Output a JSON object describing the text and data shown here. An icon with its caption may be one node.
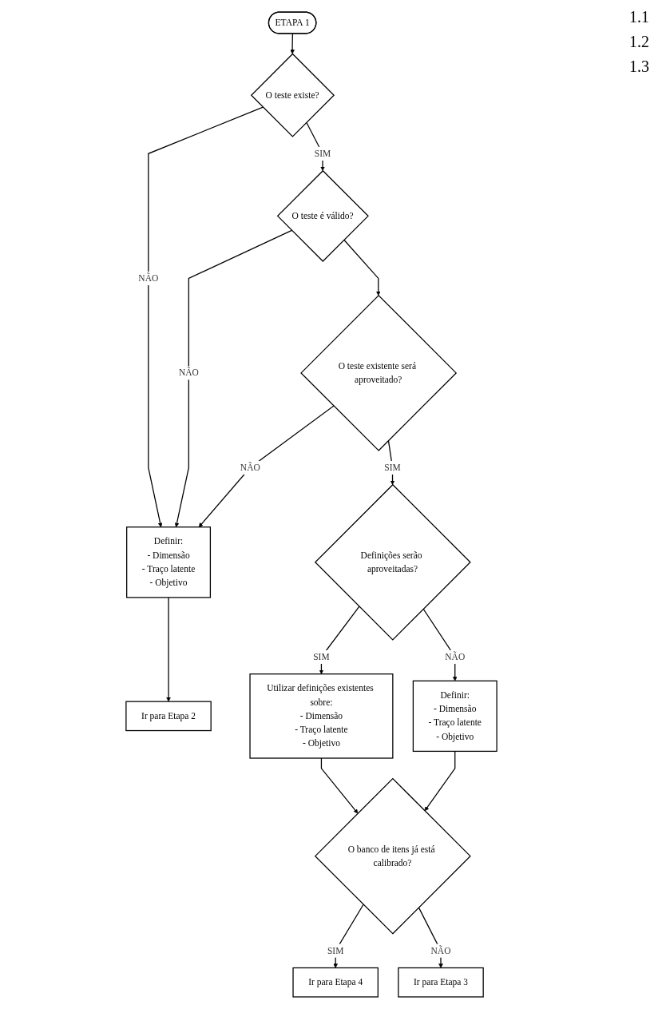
{
  "diagram": {
    "nodes": [
      {
        "text": [
          "ETAPA 1"
        ]
      },
      {
        "text": [
          "O teste existe?"
        ]
      },
      {
        "text": [
          "Definir:",
          "- Dimensão",
          "- Traço latente",
          "- Objetivo"
        ]
      },
      {
        "text": [
          "O teste é válido?"
        ]
      },
      {
        "text": [
          "O teste existente será aproveitado?"
        ]
      },
      {
        "text": [
          "Ir para Etapa 2"
        ]
      },
      {
        "text": [
          "Definições serão aproveitadas?"
        ]
      },
      {
        "text": [
          "Utilizar definições existentes sobre:",
          "- Dimensão",
          "- Traço latente",
          "- Objetivo"
        ]
      },
      {
        "text": [
          "Definir:",
          "- Dimensão",
          "- Traço latente",
          "- Objetivo"
        ]
      },
      {
        "text": [
          "O banco de itens já está calibrado?"
        ]
      },
      {
        "text": [
          "Ir para Etapa 4"
        ]
      },
      {
        "text": [
          "Ir para Etapa 3"
        ]
      }
    ],
    "edges": [
      {
        "from": 0,
        "to": 1,
        "arrow": "to"
      },
      {
        "from": 1,
        "to": 3,
        "label": "SIM",
        "arrow": "to"
      },
      {
        "from": 1,
        "to": 2,
        "label": "NÃO",
        "arrow": "to"
      },
      {
        "from": 3,
        "to": 2,
        "label": "NÃO",
        "arrow": "to"
      },
      {
        "from": 3,
        "to": 4,
        "arrow": "to"
      },
      {
        "from": 4,
        "to": 2,
        "label": "NÃO",
        "arrow": "to"
      },
      {
        "from": 2,
        "to": 5,
        "arrow": "to"
      },
      {
        "from": 4,
        "to": 6,
        "label": "SIM",
        "arrow": "to"
      },
      {
        "from": 6,
        "to": 7,
        "label": "SIM",
        "arrow": "to"
      },
      {
        "from": 6,
        "to": 8,
        "label": "NÃO",
        "arrow": "to"
      },
      {
        "from": 7,
        "to": 9,
        "arrow": "to"
      },
      {
        "from": 8,
        "to": 9,
        "arrow": "to"
      },
      {
        "from": 9,
        "to": 10,
        "label": "SIM",
        "arrow": "to"
      },
      {
        "from": 9,
        "to": 11,
        "label": "NÃO",
        "arrow": "to"
      }
    ],
    "labels": [
      "1.1",
      "1.2",
      "1.3"
    ]
  }
}
